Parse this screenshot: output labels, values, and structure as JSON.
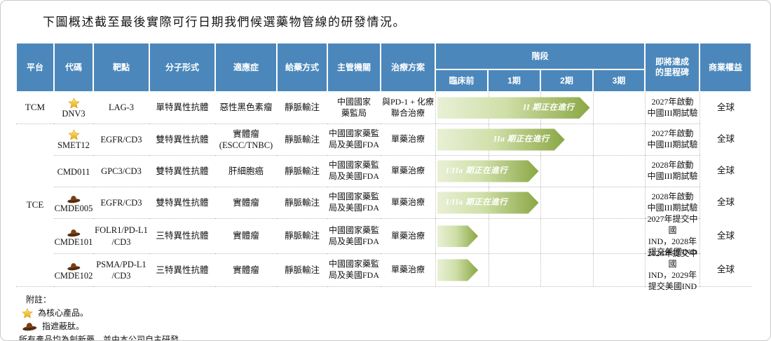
{
  "title": "下圖概述截至最後實際可行日期我們候選藥物管線的研發情況。",
  "colors": {
    "header_blue": "#4b87bb",
    "arrow_gradient_start": "#e9f0d6",
    "arrow_gradient_end": "#8aa744",
    "dotted_line": "#bdbdbd",
    "star_gold": "#f6c63f",
    "hat_brown": "#6b3a1c"
  },
  "table": {
    "headers": {
      "platform": "平台",
      "code": "代碼",
      "target": "靶點",
      "molecule": "分子形式",
      "indication": "適應症",
      "administration": "給藥方式",
      "agency": "主管機關",
      "regimen": "治療方案",
      "stage_group": "階段",
      "stage_sub": [
        "臨床前",
        "1期",
        "2期",
        "3期"
      ],
      "milestone": "即將達成\n的里程碑",
      "rights": "商業權益"
    },
    "rows": [
      {
        "platform": "TCM",
        "icon": "star",
        "code": "DNV3",
        "target": "LAG-3",
        "molecule": "單特異性抗體",
        "indication": "惡性黑色素瘤",
        "administration": "靜脈輸注",
        "agency": "中國國家\n藥監局",
        "regimen": "與PD-1 + 化療\n聯合治療",
        "stage": {
          "label": "II 期正在進行",
          "width_pct": 73
        },
        "milestone": "2027年啟動\n中國III期試驗",
        "rights": "全球"
      },
      {
        "platform": "TCE",
        "icon": "star",
        "code": "SMET12",
        "target": "EGFR/CD3",
        "molecule": "雙特異性抗體",
        "indication": "實體瘤\n(ESCC/TNBC)",
        "administration": "靜脈輸注",
        "agency": "中國國家藥監\n局及美國FDA",
        "regimen": "單藥治療",
        "stage": {
          "label": "IIa 期正在進行",
          "width_pct": 61
        },
        "milestone": "2027年啟動\n中國III期試驗",
        "rights": "全球"
      },
      {
        "platform": "TCE",
        "icon": "none",
        "code": "CMD011",
        "target": "GPC3/CD3",
        "molecule": "雙特異性抗體",
        "indication": "肝細胞癌",
        "administration": "靜脈輸注",
        "agency": "中國國家藥監\n局及美國FDA",
        "regimen": "單藥治療",
        "stage": {
          "label": "I/IIa 期正在進行",
          "width_pct": 48.5
        },
        "milestone": "2028年啟動\n中國III期試驗",
        "rights": "全球"
      },
      {
        "platform": "TCE",
        "icon": "hat",
        "code": "CMDE005",
        "target": "EGFR/CD3",
        "molecule": "雙特異性抗體",
        "indication": "實體瘤",
        "administration": "靜脈輸注",
        "agency": "中國國家藥監\n局及美國FDA",
        "regimen": "單藥治療",
        "stage": {
          "label": "I/IIa 期正在進行",
          "width_pct": 48.5
        },
        "milestone": "2028年啟動\n中國III期試驗",
        "rights": "全球"
      },
      {
        "platform": "TCE",
        "icon": "hat",
        "code": "CMDE101",
        "target": "FOLR1/PD-L1\n/CD3",
        "molecule": "三特異性抗體",
        "indication": "實體瘤",
        "administration": "靜脈輸注",
        "agency": "中國國家藥監\n局及美國FDA",
        "regimen": "單藥治療",
        "stage": {
          "label": "",
          "width_pct": 19.5
        },
        "milestone": "2027年提交中國\nIND，2028年\n提交美國IND",
        "rights": "全球"
      },
      {
        "platform": "TCE",
        "icon": "hat",
        "code": "CMDE102",
        "target": "PSMA/PD-L1\n/CD3",
        "molecule": "三特異性抗體",
        "indication": "實體瘤",
        "administration": "靜脈輸注",
        "agency": "中國國家藥監\n局及美國FDA",
        "regimen": "單藥治療",
        "stage": {
          "label": "",
          "width_pct": 19.5
        },
        "milestone": "2028年提交中國\nIND，2029年\n提交美國IND",
        "rights": "全球"
      }
    ]
  },
  "footnotes": {
    "heading": "附註：",
    "star_note": "為核心產品。",
    "hat_note": "指遮蔽肽。",
    "general_note": "所有產品均為創新藥，並由本公司自主研發。"
  }
}
